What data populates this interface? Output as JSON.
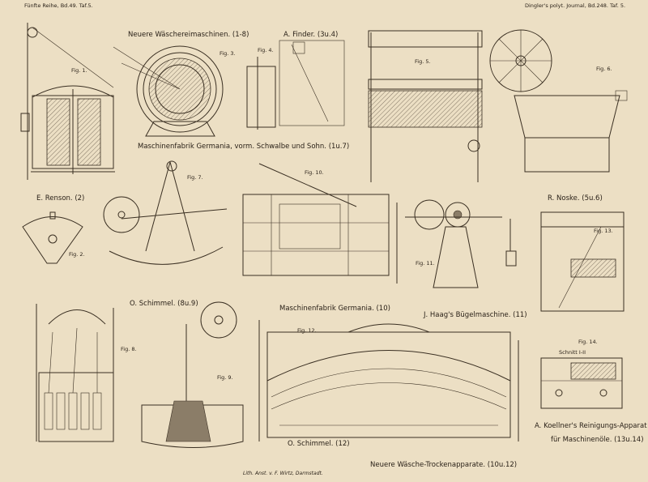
{
  "header": {
    "left": "Fünfte Reihe, Bd.49. Taf.5.",
    "right": "Dingler's polyt. Journal, Bd.248. Taf. 5."
  },
  "captions": {
    "neuere_waesche": "Neuere Wäschereimaschinen. (1-8)",
    "finder": "A. Finder. (3u.4)",
    "germania_full": "Maschinenfabrik Germania, vorm. Schwalbe und Sohn. (1u.7)",
    "renson": "E. Renson. (2)",
    "noske": "R. Noske. (5u.6)",
    "schimmel_top": "O. Schimmel. (8u.9)",
    "germania": "Maschinenfabrik Germania. (10)",
    "haag": "J. Haag's Bügelmaschine. (11)",
    "schnitt": "Schnitt I-II",
    "koellner_1": "A. Koellner's Reinigungs-Apparat",
    "koellner_2": "für Maschinenöle. (13u.14)",
    "schimmel_bottom": "O. Schimmel. (12)",
    "trocken": "Neuere Wäsche-Trockenapparate. (10u.12)",
    "lith": "Lith. Anst. v. F. Wirtz, Darmstadt."
  },
  "figures": {
    "f1": "Fig. 1.",
    "f2": "Fig. 2.",
    "f3": "Fig. 3.",
    "f4": "Fig. 4.",
    "f5": "Fig. 5.",
    "f6": "Fig. 6.",
    "f7": "Fig. 7.",
    "f8": "Fig. 8.",
    "f9": "Fig. 9.",
    "f10": "Fig. 10.",
    "f11": "Fig. 11.",
    "f12": "Fig. 12.",
    "f13": "Fig. 13.",
    "f14": "Fig. 14."
  },
  "colors": {
    "paper": "#ecdfc4",
    "ink": "#3a2f22"
  }
}
